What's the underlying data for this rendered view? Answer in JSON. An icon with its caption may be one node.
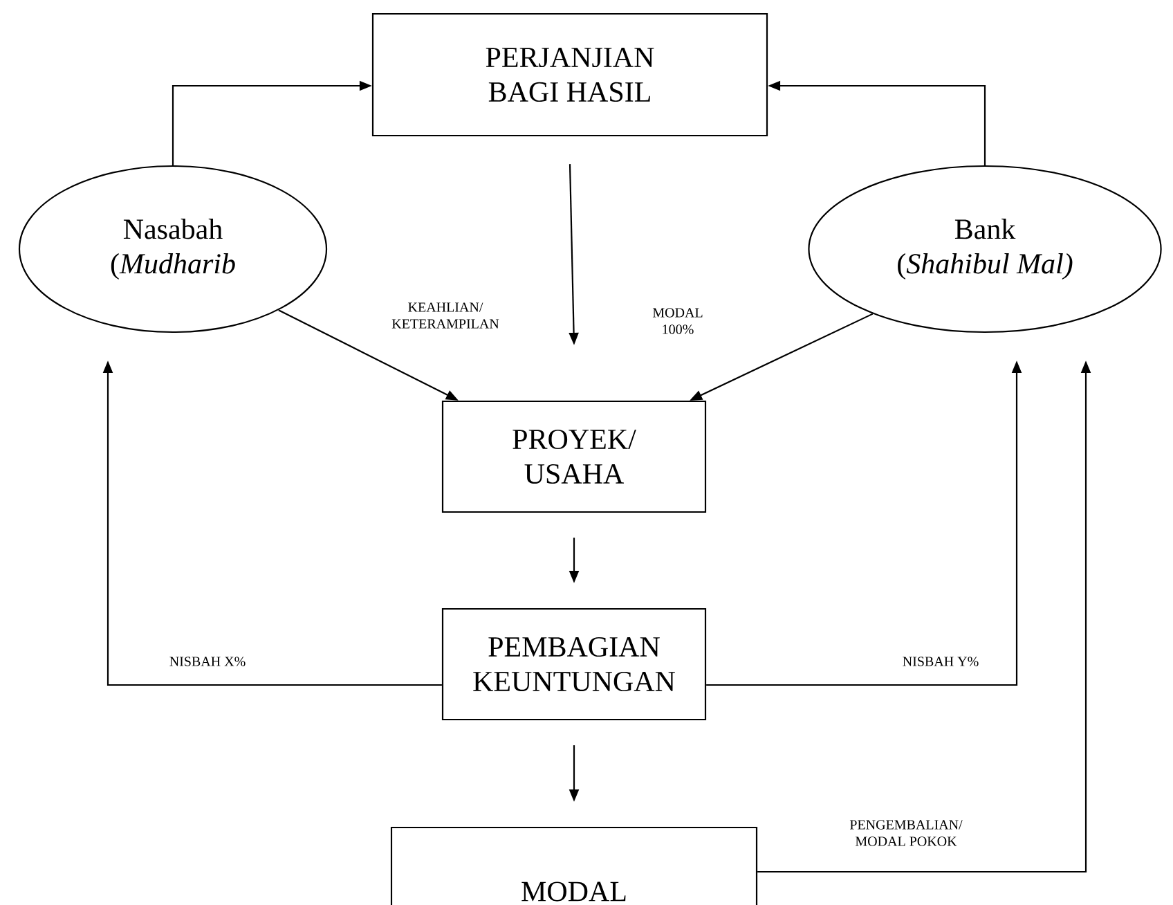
{
  "diagram": {
    "nodes": [
      {
        "text": [
          "PERJANJIAN BAGI HASIL"
        ]
      },
      {
        "text": [
          "Nasabah",
          "(*Mudharib*"
        ]
      },
      {
        "text": [
          "Bank",
          "(*Shahibul Mal)*"
        ]
      },
      {
        "text": [
          "PROYEK/ USAHA"
        ]
      },
      {
        "text": [
          "PEMBAGIAN KEUNTUNGAN"
        ]
      },
      {
        "text": [
          "MODAL"
        ]
      }
    ],
    "edges": [
      {
        "from": 1,
        "to": 0,
        "arrow": "to"
      },
      {
        "from": 2,
        "to": 0,
        "arrow": "to"
      },
      {
        "from": 0,
        "to": 3,
        "arrow": "to"
      },
      {
        "from": 1,
        "to": 3,
        "arrow": "to",
        "label": "KEAHLIAN/ KETERAMPILAN"
      },
      {
        "from": 2,
        "to": 3,
        "arrow": "to",
        "label": "MODAL 100%"
      },
      {
        "from": 3,
        "to": 4,
        "arrow": "to"
      },
      {
        "from": 4,
        "to": 1,
        "arrow": "to",
        "label": "NISBAH X%"
      },
      {
        "from": 4,
        "to": 2,
        "arrow": "to",
        "label": "NISBAH Y%"
      },
      {
        "from": 4,
        "to": 5,
        "arrow": "to"
      },
      {
        "from": 5,
        "to": 2,
        "arrow": "to",
        "label": "PENGEMBALIAN/ MODAL POKOK"
      }
    ]
  }
}
